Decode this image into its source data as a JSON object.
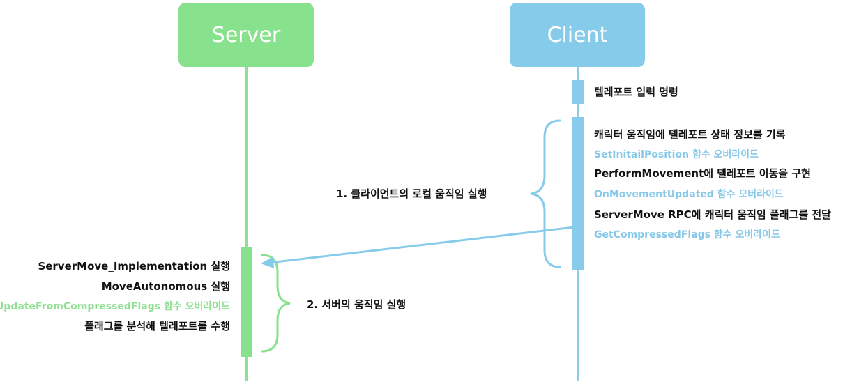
{
  "colors": {
    "server": "#88e18c",
    "client": "#87cbea"
  },
  "actors": {
    "server": "Server",
    "client": "Client"
  },
  "client": {
    "teleport_input": "텔레포트 입력 명령",
    "steps": [
      {
        "main": "캐릭터 움직임에 텔레포트 상태 정보를 기록",
        "sub": "SetInitailPosition 함수 오버라이드"
      },
      {
        "main": "PerformMovement에 텔레포트 이동을 구현",
        "sub": "OnMovementUpdated 함수 오버라이드"
      },
      {
        "main": "ServerMove RPC에 캐릭터 움직임 플래그를 전달",
        "sub": "GetCompressedFlags 함수 오버라이드"
      }
    ],
    "group_label": "1. 클라이언트의 로컬 움직임 실행"
  },
  "server": {
    "lines": [
      "ServerMove_Implementation 실행",
      "MoveAutonomous 실행",
      "UpdateFromCompressedFlags 함수 오버라이드",
      "플래그를 분석해 텔레포트를 수행"
    ],
    "group_label": "2. 서버의 움직임 실행"
  }
}
